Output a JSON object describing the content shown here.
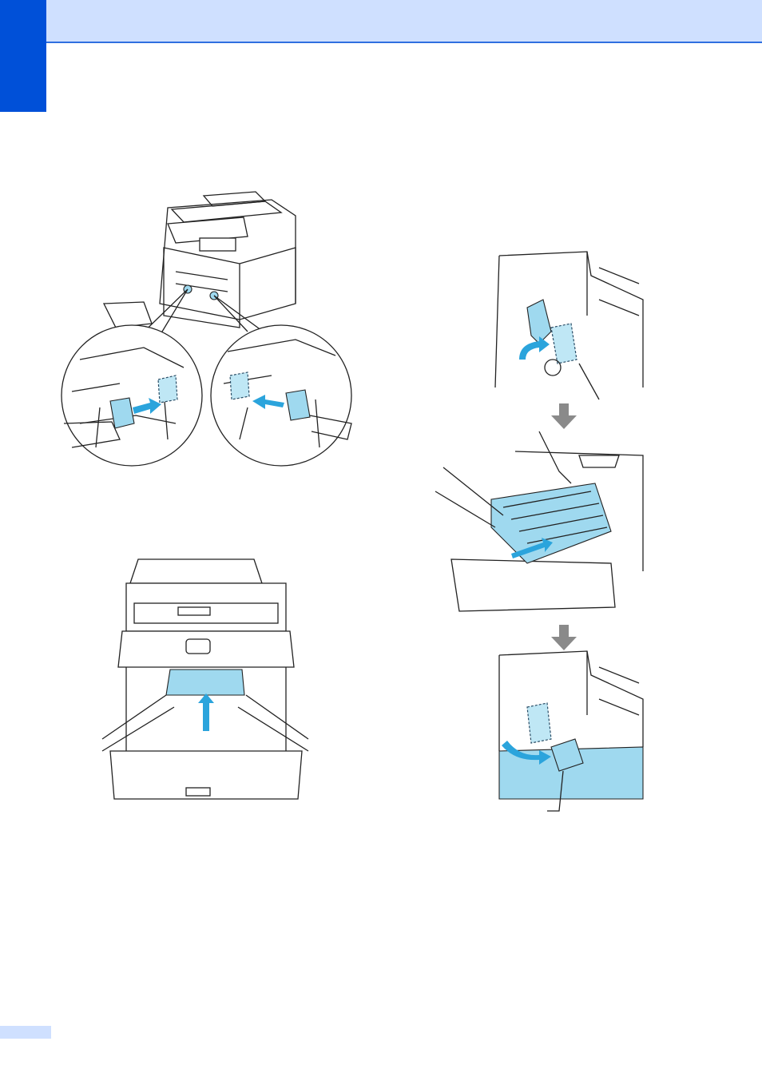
{
  "page": {
    "accent_color": "#0050d8",
    "band_color": "#cfe0ff",
    "rule_color": "#2f6fe0"
  },
  "figures": [
    {
      "id": "fig-remove-covers",
      "icon": "printer-orange-cover-removal-illustration"
    },
    {
      "id": "fig-lift-tray",
      "icon": "printer-front-door-open-illustration"
    },
    {
      "id": "fig-drum-steps",
      "icon": "drum-unit-insertion-steps-illustration"
    }
  ],
  "colors": {
    "part_highlight": "#9fd9ef",
    "motion_arrow": "#2ba4dc",
    "step_arrow": "#8a8a8a"
  }
}
